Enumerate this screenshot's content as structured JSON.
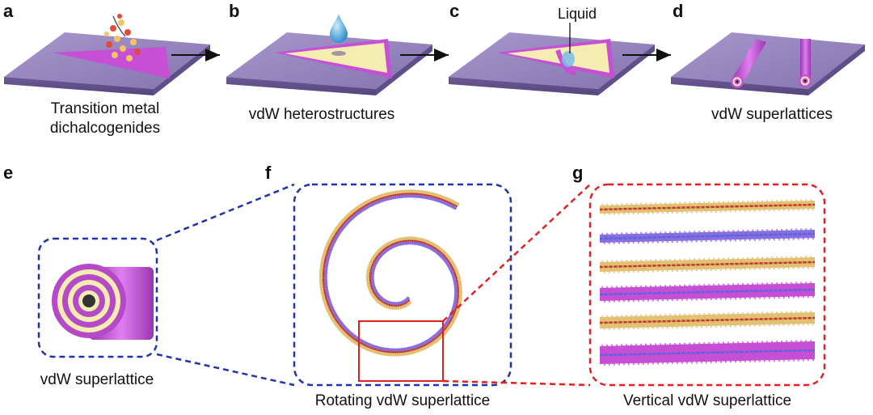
{
  "panels": {
    "a": {
      "letter": "a",
      "caption_line1": "Transition metal",
      "caption_line2": "dichalcogenides"
    },
    "b": {
      "letter": "b",
      "caption": "vdW heterostructures"
    },
    "c": {
      "letter": "c",
      "annotation": "Liquid"
    },
    "d": {
      "letter": "d",
      "caption": "vdW superlattices"
    },
    "e": {
      "letter": "e",
      "caption": "vdW superlattice"
    },
    "f": {
      "letter": "f",
      "caption": "Rotating vdW superlattice"
    },
    "g": {
      "letter": "g",
      "caption": "Vertical vdW superlattice"
    }
  },
  "colors": {
    "substrate": "#8a79b4",
    "tmd_magenta": "#c64fd6",
    "heterostructure_yellow": "#f5ecb1",
    "blue_box": "#2233aa",
    "red_box": "#dd2222",
    "atom_purple": "#8a6de0",
    "atom_gold": "#e2c074",
    "atom_red": "#c0392b"
  }
}
